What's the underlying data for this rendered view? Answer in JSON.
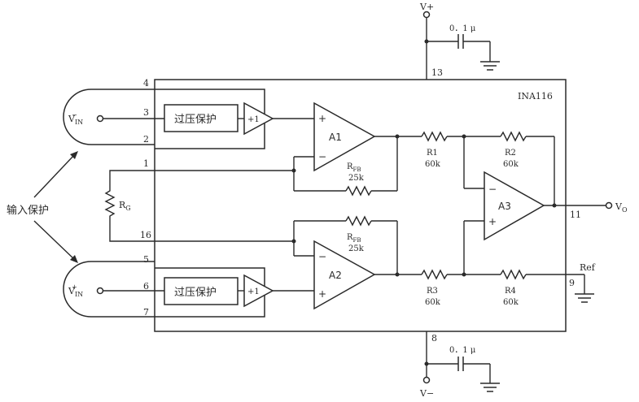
{
  "chip": {
    "name": "INA116"
  },
  "supply": {
    "positive": "V+",
    "negative": "V−"
  },
  "capacitors": {
    "top": "0．1 μ",
    "bottom": "0．1 μ"
  },
  "pins": {
    "p1": "1",
    "p3": "3",
    "p2": "2",
    "p4": "4",
    "p5": "5",
    "p6": "6",
    "p7": "7",
    "p8": "8",
    "p9": "9",
    "p11": "11",
    "p13": "13",
    "p16": "16"
  },
  "inputs": {
    "neg": {
      "base": "V",
      "sub": "IN",
      "sup": "−"
    },
    "pos": {
      "base": "V",
      "sub": "IN",
      "sup": "+"
    }
  },
  "protection_label": "过压保护",
  "buffer_label": "+1",
  "input_protection": "输入保护",
  "rg": {
    "base": "R",
    "sub": "G"
  },
  "amps": {
    "a1": "A1",
    "a2": "A2",
    "a3": "A3"
  },
  "rfb": {
    "base": "R",
    "sub": "FB",
    "value": "25k"
  },
  "resistors": {
    "r1": {
      "name": "R1",
      "value": "60k"
    },
    "r2": {
      "name": "R2",
      "value": "60k"
    },
    "r3": {
      "name": "R3",
      "value": "60k"
    },
    "r4": {
      "name": "R4",
      "value": "60k"
    }
  },
  "output": {
    "base": "V",
    "sub": "O"
  },
  "ref": "Ref",
  "signs": {
    "plus": "+",
    "minus": "−"
  }
}
